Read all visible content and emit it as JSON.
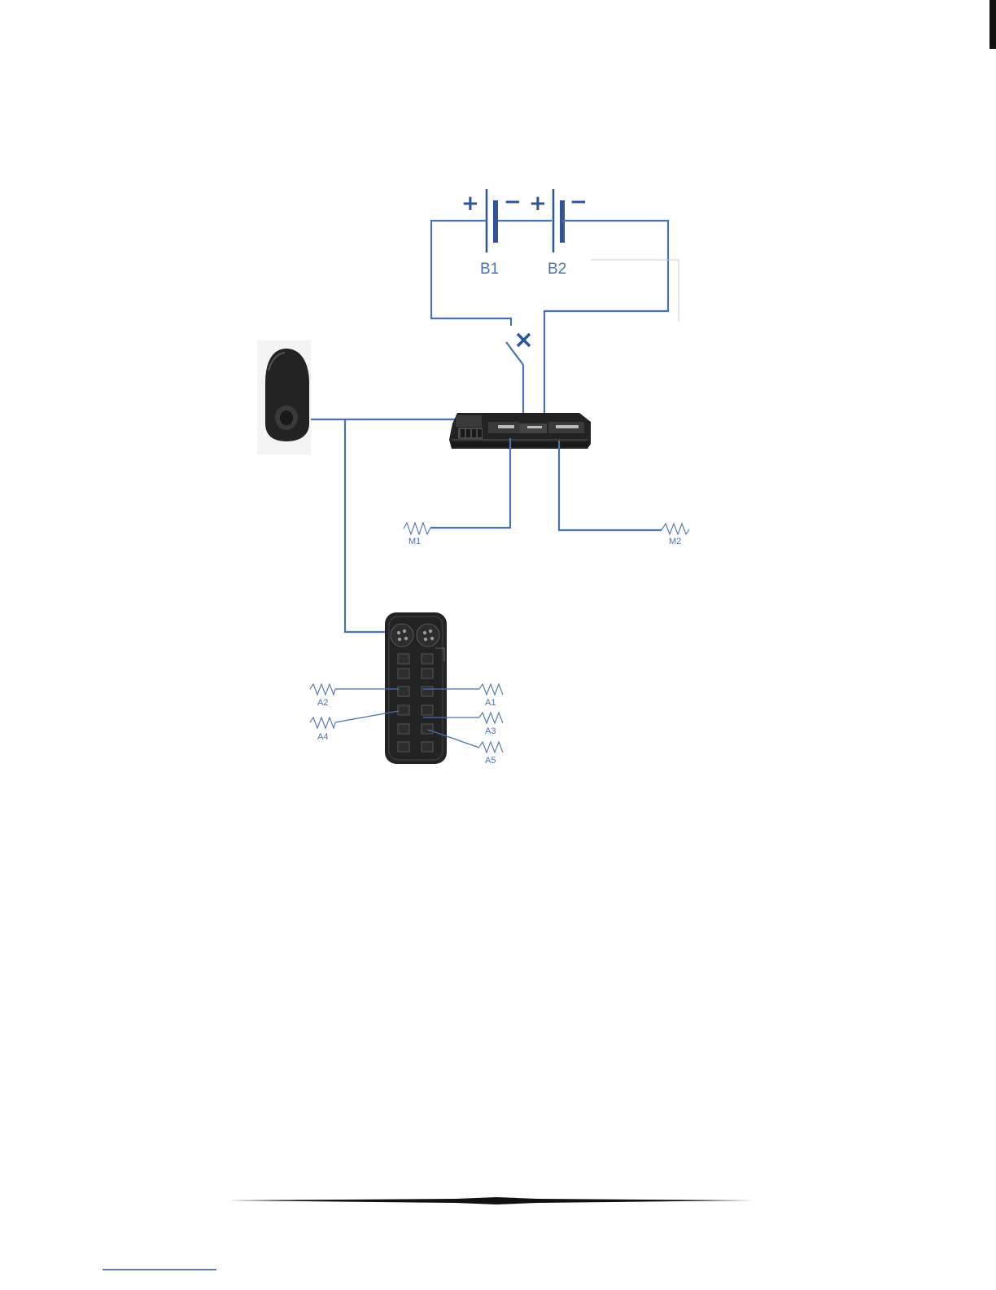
{
  "battery": {
    "b1_label": "B1",
    "b2_label": "B2",
    "plus": "+",
    "minus": "−"
  },
  "motors": {
    "m1_label": "M1",
    "m2_label": "M2"
  },
  "actuators": {
    "a1_label": "A1",
    "a2_label": "A2",
    "a3_label": "A3",
    "a4_label": "A4",
    "a5_label": "A5"
  },
  "colors": {
    "wire": "#4a72b0",
    "battery": "#2f5597",
    "device": "#232323"
  },
  "icons": {
    "switch": "open-switch-icon",
    "joystick": "joystick-remote-icon",
    "controller": "power-module-icon",
    "actuator_module": "actuator-module-icon"
  }
}
